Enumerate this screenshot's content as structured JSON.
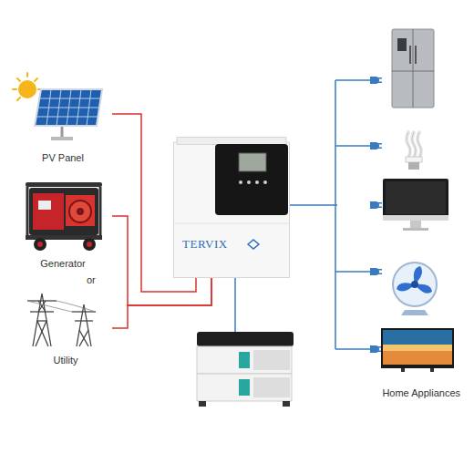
{
  "diagram": {
    "nodes": [
      {
        "text": [
          "PV Panel"
        ]
      },
      {
        "text": [
          "Generator"
        ]
      },
      {
        "text": [
          "Utility"
        ]
      },
      {
        "text": [
          "TERVIX"
        ]
      },
      {
        "text": [
          "Home Appliances"
        ]
      }
    ],
    "edges": [
      {
        "from": 0,
        "to": 3,
        "arrow": "none"
      },
      {
        "from": 1,
        "to": 3,
        "arrow": "none"
      },
      {
        "from": 2,
        "to": 3,
        "arrow": "none"
      },
      {
        "from": 3,
        "to": 4,
        "arrow": "none"
      }
    ],
    "labels": [
      "or"
    ]
  }
}
